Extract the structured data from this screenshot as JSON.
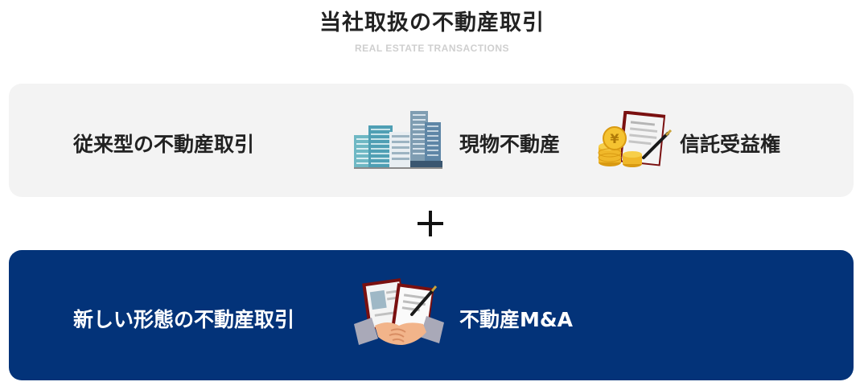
{
  "header": {
    "title": "当社取扱の不動産取引",
    "subtitle": "REAL ESTATE TRANSACTIONS"
  },
  "traditional": {
    "label": "従来型の不動産取引",
    "items": [
      {
        "label": "現物不動産",
        "icon": "buildings-icon"
      },
      {
        "label": "信託受益権",
        "icon": "trust-certificate-coins-icon"
      }
    ]
  },
  "connector": {
    "icon": "plus-icon"
  },
  "new_form": {
    "label": "新しい形態の不動産取引",
    "items": [
      {
        "label": "不動産M&A",
        "icon": "handshake-contract-icon"
      }
    ]
  },
  "colors": {
    "traditional_bg": "#f3f3f3",
    "new_bg": "#033379",
    "text_dark": "#222222",
    "text_light": "#ffffff",
    "subtitle": "#cfcfcf"
  }
}
